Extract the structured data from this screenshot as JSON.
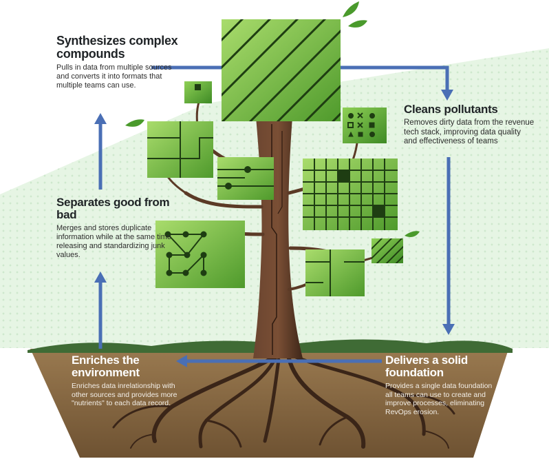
{
  "blocks": [
    {
      "key": "synthesizes",
      "title": "Synthesizes complex compounds",
      "desc": "Pulls in data from multiple sources and converts it into formats that multiple teams can use."
    },
    {
      "key": "cleans",
      "title": "Cleans pollutants",
      "desc": "Removes dirty data from the revenue tech stack, improving data quality and effectiveness of teams"
    },
    {
      "key": "separates",
      "title": "Separates good from bad",
      "desc": "Merges and stores duplicate information while at the same time releasing and standardizing junk values."
    },
    {
      "key": "enriches",
      "title": "Enriches the environment",
      "desc": "Enriches data inrelationship with other sources and provides more \"nutrients\" to each data record."
    },
    {
      "key": "delivers",
      "title": "Delivers a solid foundation",
      "desc": "Provides a single data foundation all teams can use to create and improve processes, eliminating RevOps erosion."
    }
  ],
  "colors": {
    "arrow": "#4a6fb5",
    "soil": "#8a6b45",
    "soil_dark": "#5e4527",
    "grass": "#3f6b35",
    "trunk": "#5b3a26",
    "trunk_dark": "#3c2416",
    "leaf": "#7cc243",
    "leaf_light": "#a6d86a",
    "leaf_dark": "#2f5d1c",
    "sky": "#e4f4e2"
  },
  "icons": [
    "leaf-icon",
    "network-icon",
    "symbols-icon",
    "grid-icon",
    "circuit-icon",
    "stripes-icon"
  ]
}
